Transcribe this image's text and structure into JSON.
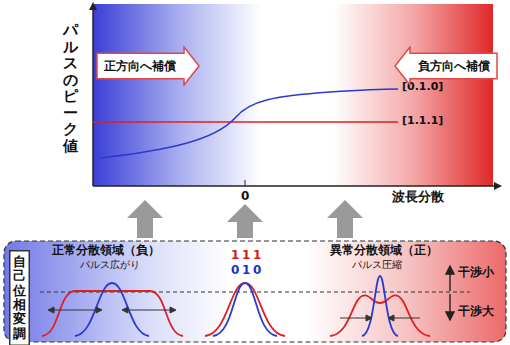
{
  "diagram": {
    "nodes": [
      {
        "text": [
          "正方向へ補償"
        ]
      },
      {
        "text": [
          "負方向へ補償"
        ]
      },
      {
        "text": [
          "自己位相変調"
        ]
      }
    ],
    "labels": [
      "パルスのピーク値",
      "波長分散",
      "0",
      "[0.1.0]",
      "[1.1.1]",
      "正常分散領域（負）",
      "パルス広がり",
      "1",
      "1",
      "1",
      "0",
      "1",
      "0",
      "異常分散領域（正）",
      "パルス圧縮",
      "干渉小",
      "干渉大"
    ]
  }
}
